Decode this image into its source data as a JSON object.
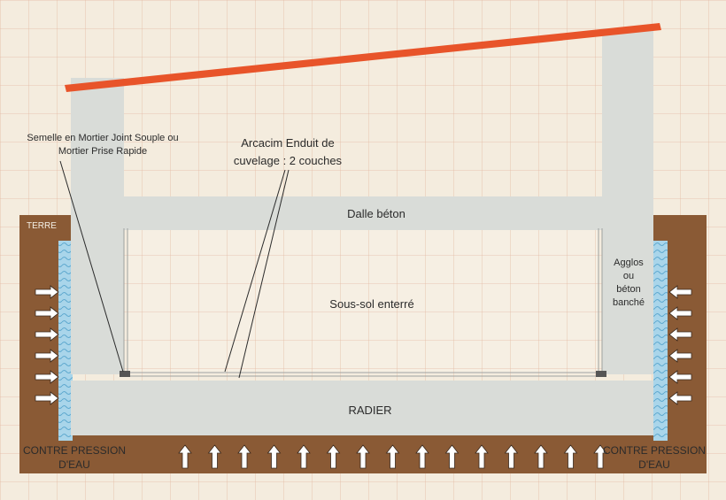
{
  "diagram": {
    "labels": {
      "terre": "TERRE",
      "semelle_line1": "Semelle en Mortier Joint Souple ou",
      "semelle_line2": "Mortier Prise Rapide",
      "arcacim_line1": "Arcacim Enduit de",
      "arcacim_line2": "cuvelage : 2 couches",
      "dalle": "Dalle béton",
      "sous_sol": "Sous-sol enterré",
      "agglos_line1": "Agglos",
      "agglos_line2": "ou",
      "agglos_line3": "béton",
      "agglos_line4": "banché",
      "radier": "RADIER",
      "contre_pression_left_line1": "CONTRE PRESSION",
      "contre_pression_left_line2": "D'EAU",
      "contre_pression_right_line1": "CONTRE PRESSION",
      "contre_pression_right_line2": "D'EAU"
    },
    "arrows": {
      "left_side_count": 6,
      "right_side_count": 6,
      "bottom_count": 15
    },
    "colors": {
      "background": "#f4ecde",
      "earth": "#8a5a35",
      "concrete": "#d9dcd8",
      "roof": "#e8542a",
      "water": "#a9d5ea",
      "water_wave": "#5fa9cf",
      "arrow_fill": "#ffffff",
      "text": "#2b2b2b"
    }
  }
}
